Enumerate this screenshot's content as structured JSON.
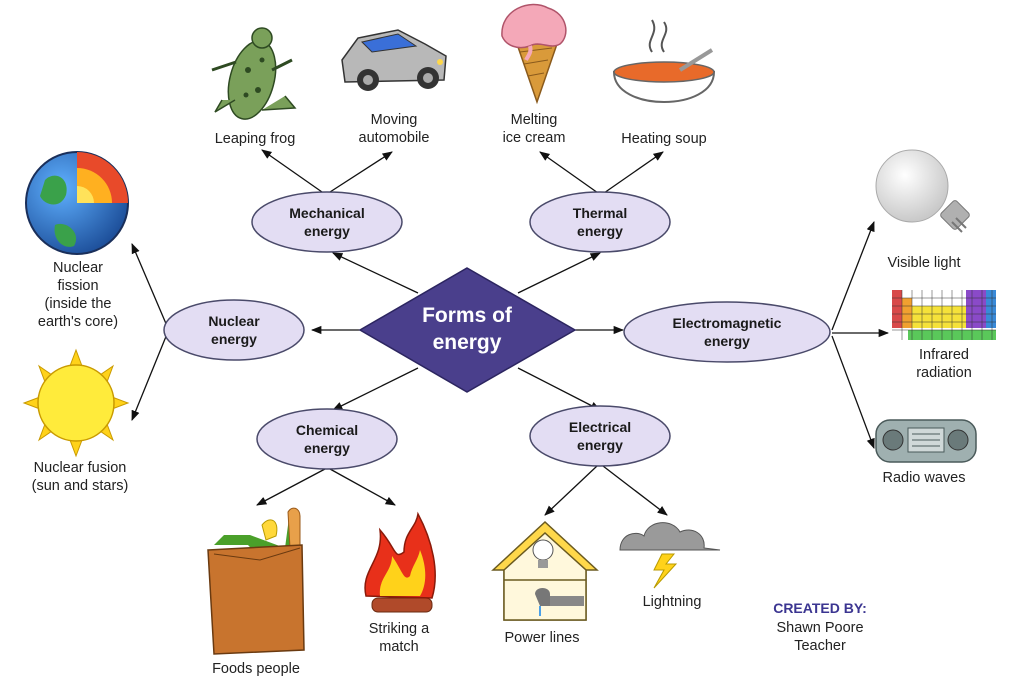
{
  "center": {
    "label": "Forms of\nenergy"
  },
  "categories": [
    {
      "id": "mechanical",
      "label": "Mechanical\nenergy"
    },
    {
      "id": "thermal",
      "label": "Thermal\nenergy"
    },
    {
      "id": "nuclear",
      "label": "Nuclear\nenergy"
    },
    {
      "id": "electromagnetic",
      "label": "Electromagnetic\nenergy"
    },
    {
      "id": "chemical",
      "label": "Chemical\nenergy"
    },
    {
      "id": "electrical",
      "label": "Electrical\nenergy"
    }
  ],
  "examples": {
    "leaping_frog": "Leaping frog",
    "moving_automobile": "Moving\nautomobile",
    "melting_ice_cream": "Melting\nice cream",
    "heating_soup": "Heating soup",
    "nuclear_fission": "Nuclear\nfission\n(inside the\nearth's core)",
    "nuclear_fusion": "Nuclear fusion\n(sun and stars)",
    "visible_light": "Visible light",
    "infrared_radiation": "Infrared\nradiation",
    "radio_waves": "Radio waves",
    "foods_people": "Foods people",
    "striking_match": "Striking a\nmatch",
    "power_lines": "Power lines",
    "lightning": "Lightning"
  },
  "credits": {
    "heading": "CREATED BY:",
    "name": "Shawn Poore\nTeacher"
  },
  "colors": {
    "node_fill": "#e3ddf3",
    "node_stroke": "#4a4a6a",
    "center_fill": "#4a3f8c",
    "credit": "#3b3591"
  }
}
